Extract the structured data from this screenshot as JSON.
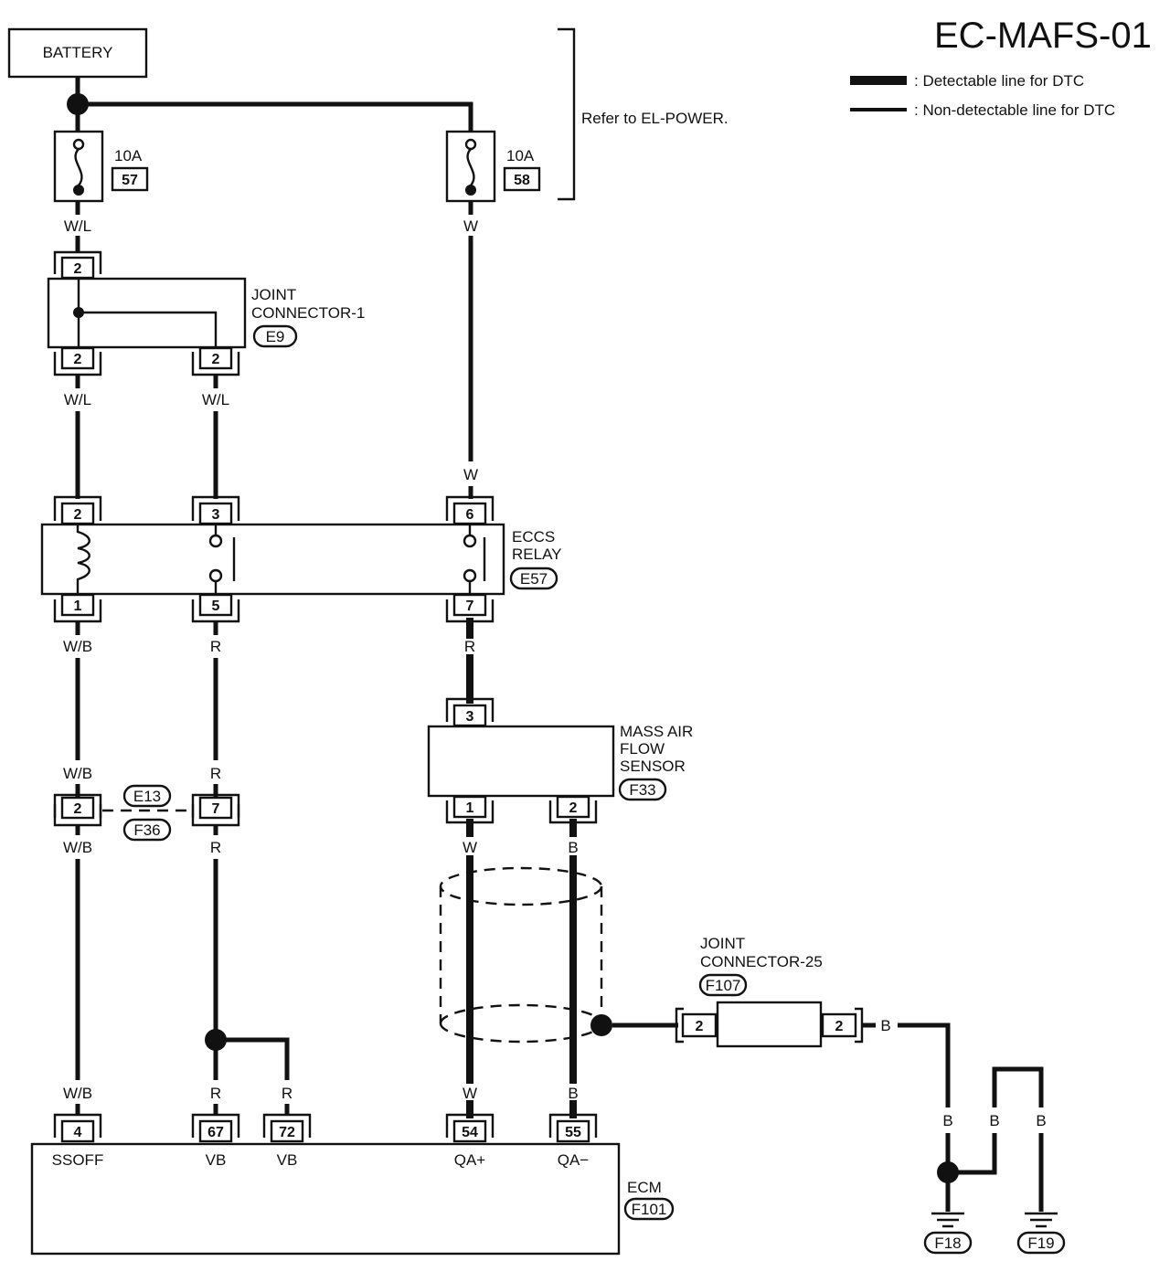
{
  "title": "EC-MAFS-01",
  "legend": {
    "detectable": ": Detectable line for DTC",
    "non_detectable": ": Non-detectable line for DTC"
  },
  "battery": "BATTERY",
  "refer": "Refer to EL-POWER.",
  "fuses": [
    {
      "amp": "10A",
      "num": "57"
    },
    {
      "amp": "10A",
      "num": "58"
    }
  ],
  "joint1": {
    "name_line1": "JOINT",
    "name_line2": "CONNECTOR-1",
    "code": "E9",
    "pin_top": "2",
    "pin_bottom_left": "2",
    "pin_bottom_right": "2"
  },
  "eccs_relay": {
    "name_line1": "ECCS",
    "name_line2": "RELAY",
    "code": "E57",
    "pins_top": [
      "2",
      "3",
      "6"
    ],
    "pins_bottom": [
      "1",
      "5",
      "7"
    ]
  },
  "maf": {
    "name_line1": "MASS AIR",
    "name_line2": "FLOW",
    "name_line3": "SENSOR",
    "code": "F33",
    "pin_top": "3",
    "pins_bottom": [
      "1",
      "2"
    ]
  },
  "inline_connector": {
    "code_top": "E13",
    "code_bottom": "F36",
    "pins": [
      "2",
      "7"
    ]
  },
  "joint25": {
    "name_line1": "JOINT",
    "name_line2": "CONNECTOR-25",
    "code": "F107",
    "pins": [
      "2",
      "2"
    ]
  },
  "ecm": {
    "name": "ECM",
    "code": "F101",
    "pins": [
      {
        "num": "4",
        "label": "SSOFF"
      },
      {
        "num": "67",
        "label": "VB"
      },
      {
        "num": "72",
        "label": "VB"
      },
      {
        "num": "54",
        "label": "QA+"
      },
      {
        "num": "55",
        "label": "QA−"
      }
    ]
  },
  "grounds": [
    "F18",
    "F19"
  ],
  "wire_colors": {
    "wl_fuse": "W/L",
    "w_fuse": "W",
    "wl_j_left": "W/L",
    "wl_j_right": "W/L",
    "w_relay": "W",
    "wb_relay": "W/B",
    "r_relay": "R",
    "r_maf": "R",
    "wb_conn_top": "W/B",
    "r_conn_top": "R",
    "wb_conn_bot": "W/B",
    "r_conn_bot": "R",
    "w_maf": "W",
    "b_maf": "B",
    "wb_ecm": "W/B",
    "r_ecm67": "R",
    "r_ecm72": "R",
    "w_ecm": "W",
    "b_ecm": "B",
    "b_j25": "B",
    "b_g1": "B",
    "b_g2": "B",
    "b_g3": "B"
  }
}
